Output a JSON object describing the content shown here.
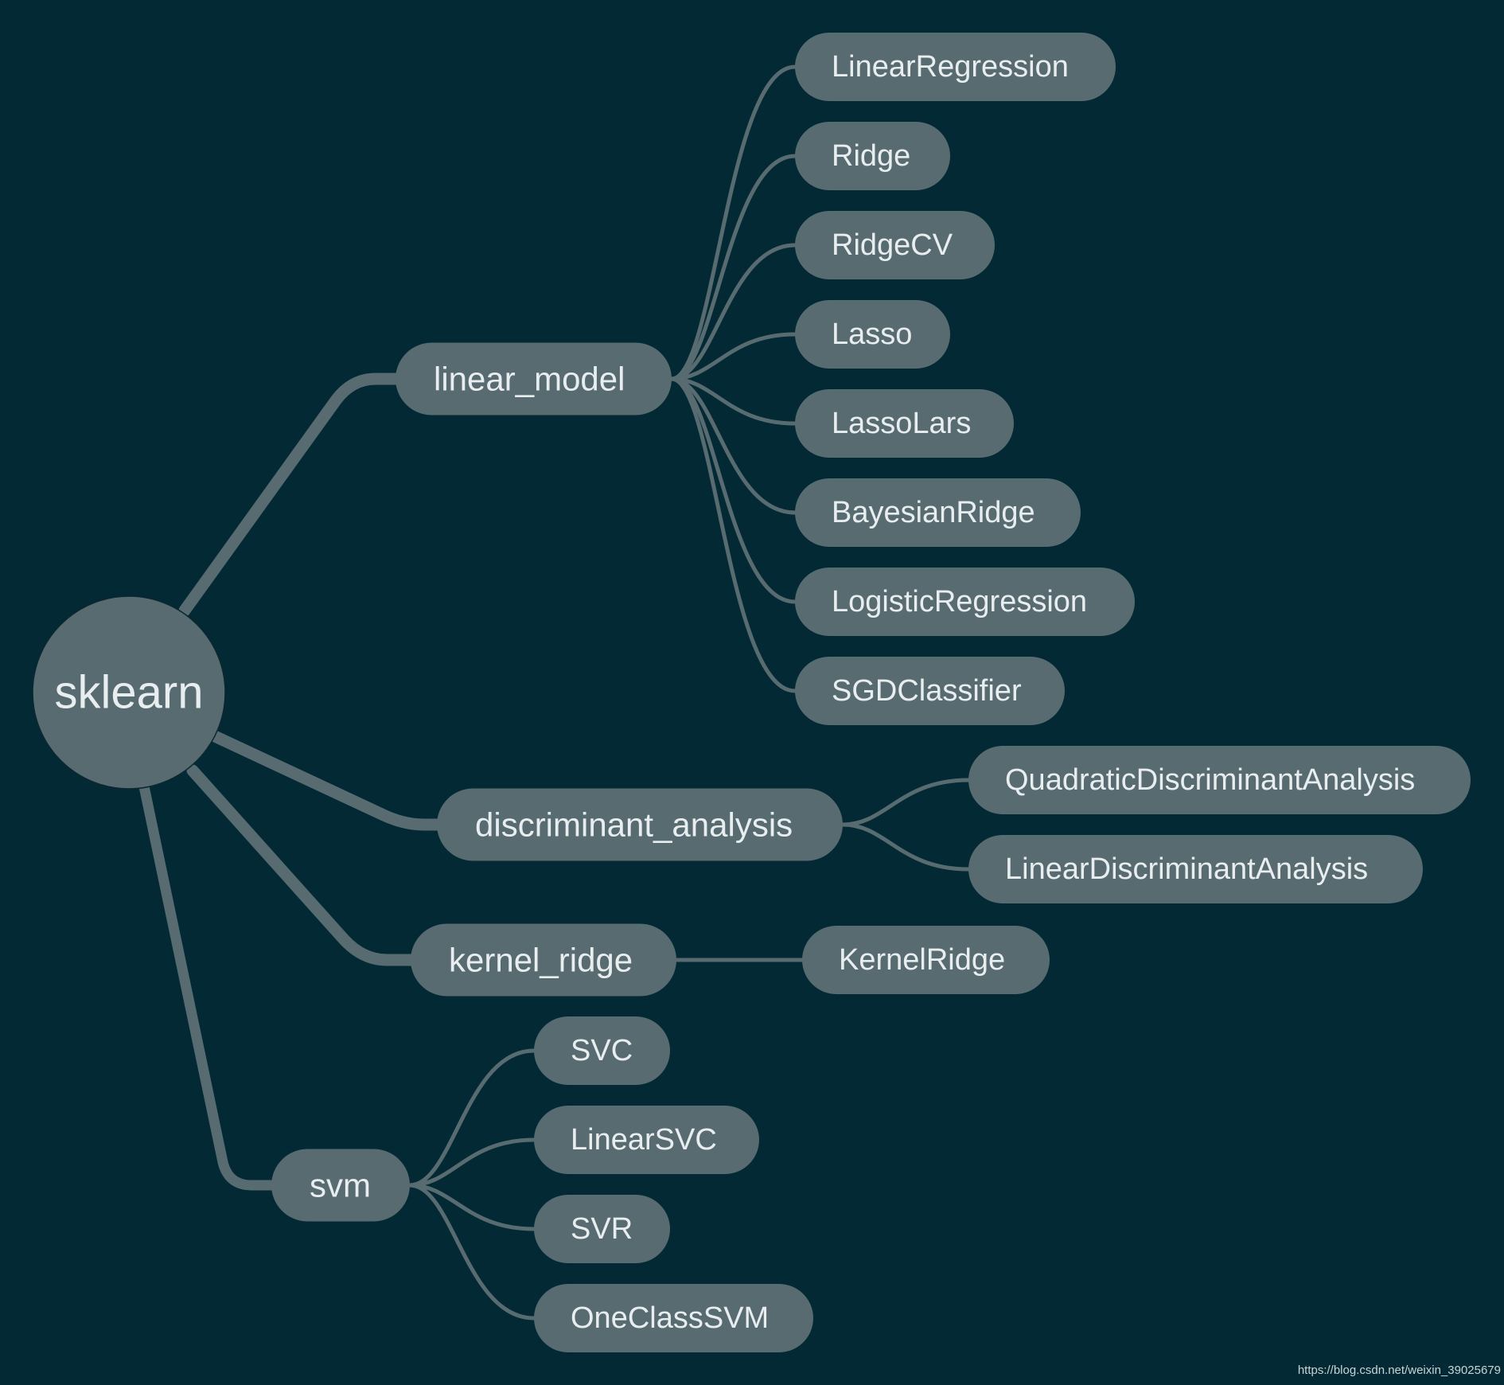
{
  "colors": {
    "background": "#022934",
    "node": "#586b71",
    "edge": "#586b71",
    "text": "#e8eef0"
  },
  "root": {
    "label": "sklearn"
  },
  "branches": [
    {
      "label": "linear_model",
      "children": [
        "LinearRegression",
        "Ridge",
        "RidgeCV",
        "Lasso",
        "LassoLars",
        "BayesianRidge",
        "LogisticRegression",
        "SGDClassifier"
      ]
    },
    {
      "label": "discriminant_analysis",
      "children": [
        "QuadraticDiscriminantAnalysis",
        "LinearDiscriminantAnalysis"
      ]
    },
    {
      "label": "kernel_ridge",
      "children": [
        "KernelRidge"
      ]
    },
    {
      "label": "svm",
      "children": [
        "SVC",
        "LinearSVC",
        "SVR",
        "OneClassSVM"
      ]
    }
  ],
  "watermark": "https://blog.csdn.net/weixin_39025679"
}
